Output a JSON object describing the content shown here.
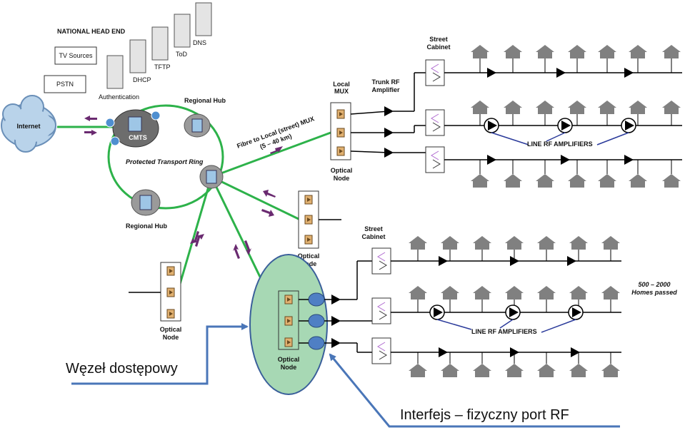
{
  "colors": {
    "fibre": "#2db24a",
    "coax": "#000000",
    "callout": "#4a76b8",
    "access_node_fill": "#a7d8b4",
    "access_node_stroke": "#3a5f9a",
    "port_fill": "#4f7fc4",
    "arrow_purple": "#6a2a70",
    "house": "#808080",
    "cloud": "#b9d3ea",
    "cloud_stroke": "#6a8fb8"
  },
  "labels": {
    "national_head_end": "NATIONAL HEAD END",
    "tv_sources": "TV Sources",
    "pstn": "PSTN",
    "internet": "Internet",
    "authentication": "Authentication",
    "dhcp": "DHCP",
    "tftp": "TFTP",
    "tod": "ToD",
    "dns": "DNS",
    "cmts": "CMTS",
    "protected_ring": "Protected Transport Ring",
    "regional_hub_top": "Regional Hub",
    "regional_hub_bottom": "Regional Hub",
    "fibre_line1": "Fibre to Local (street) MUX",
    "fibre_line2": "(5 – 40 km)",
    "local_mux_line1": "Local",
    "local_mux_line2": "MUX",
    "trunk_line1": "Trunk RF",
    "trunk_line2": "Amplifier",
    "street_cabinet_top_1": "Street",
    "street_cabinet_top_2": "Cabinet",
    "street_cabinet_bottom_1": "Street",
    "street_cabinet_bottom_2": "Cabinet",
    "line_amps_top": "LINE RF AMPLIFIERS",
    "line_amps_bottom": "LINE RF AMPLIFIERS",
    "optical_node_mux_1": "Optical",
    "optical_node_mux_2": "Node",
    "optical_node_mid_1": "Optical",
    "optical_node_mid_2": "Node",
    "optical_node_left_1": "Optical",
    "optical_node_left_2": "Node",
    "optical_node_access_1": "Optical",
    "optical_node_access_2": "Node",
    "homes_line1": "500 – 2000",
    "homes_line2": "Homes passed",
    "access_node_callout": "Węzeł dostępowy",
    "interface_callout": "Interfejs – fizyczny port RF"
  }
}
